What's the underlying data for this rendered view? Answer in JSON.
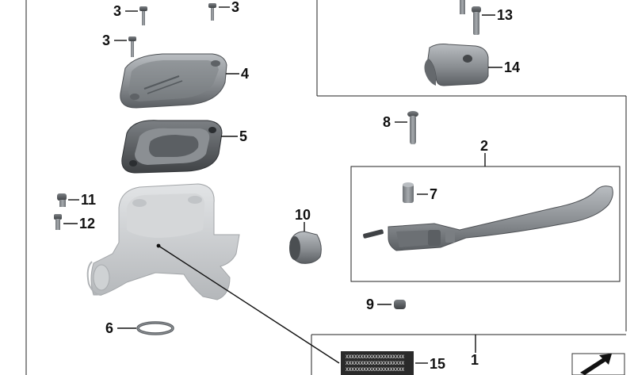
{
  "diagram": {
    "callouts": {
      "c1": "1",
      "c2": "2",
      "c3a": "3",
      "c3b": "3",
      "c3c": "3",
      "c4": "4",
      "c5": "5",
      "c6": "6",
      "c7": "7",
      "c8": "8",
      "c9": "9",
      "c10": "10",
      "c11": "11",
      "c12": "12",
      "c13": "13",
      "c14": "14",
      "c15": "15"
    },
    "warning_label": {
      "line1": "XXXXXXXXXXXXXXXXXXXX",
      "line2": "XXXXXXXXXXXXXXXXXXXX",
      "line3": "XXXXXXXXXXXXXXXXXXXX"
    },
    "colors": {
      "part_fill": "#8a8e92",
      "part_dark": "#5b5f63",
      "part_light": "#c9cccf",
      "ink": "#111111"
    },
    "icons": [
      "navigation-arrow-icon"
    ]
  }
}
